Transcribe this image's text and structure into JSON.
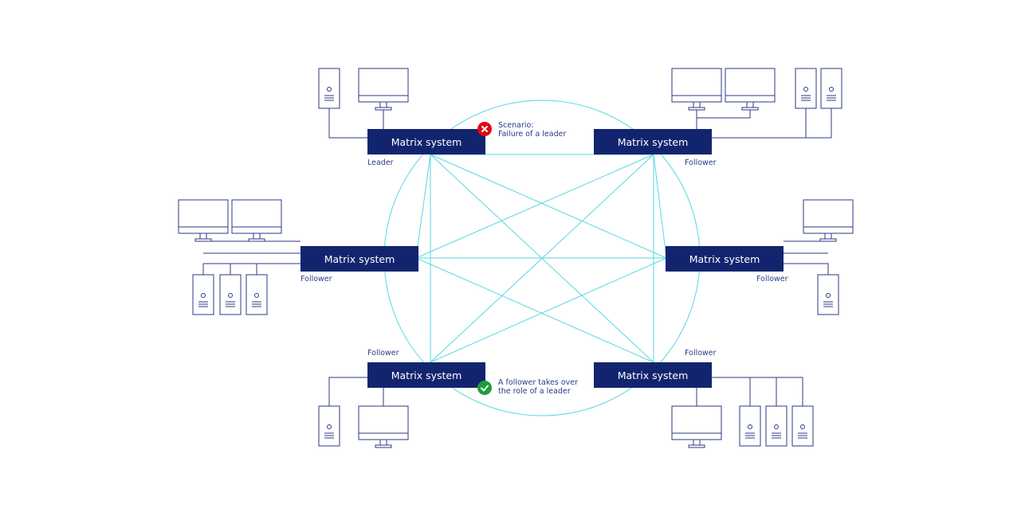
{
  "nodes": [
    {
      "id": "top-left",
      "label": "Matrix system",
      "role": "Leader"
    },
    {
      "id": "top-right",
      "label": "Matrix system",
      "role": "Follower"
    },
    {
      "id": "mid-left",
      "label": "Matrix system",
      "role": "Follower"
    },
    {
      "id": "mid-right",
      "label": "Matrix system",
      "role": "Follower"
    },
    {
      "id": "bottom-left",
      "label": "Matrix system",
      "role": "Follower"
    },
    {
      "id": "bottom-right",
      "label": "Matrix system",
      "role": "Follower"
    }
  ],
  "annotations": {
    "failure": {
      "line1": "Scenario:",
      "line2": "Failure of a leader",
      "icon": "x-icon",
      "color": "#e30613"
    },
    "takeover": {
      "line1": "A follower takes over",
      "line2": "the role of a leader",
      "icon": "check-icon",
      "color": "#1f9d3a"
    }
  },
  "colors": {
    "node": "#13246f",
    "mesh": "#5ad6e3",
    "device": "#2b3a86"
  }
}
